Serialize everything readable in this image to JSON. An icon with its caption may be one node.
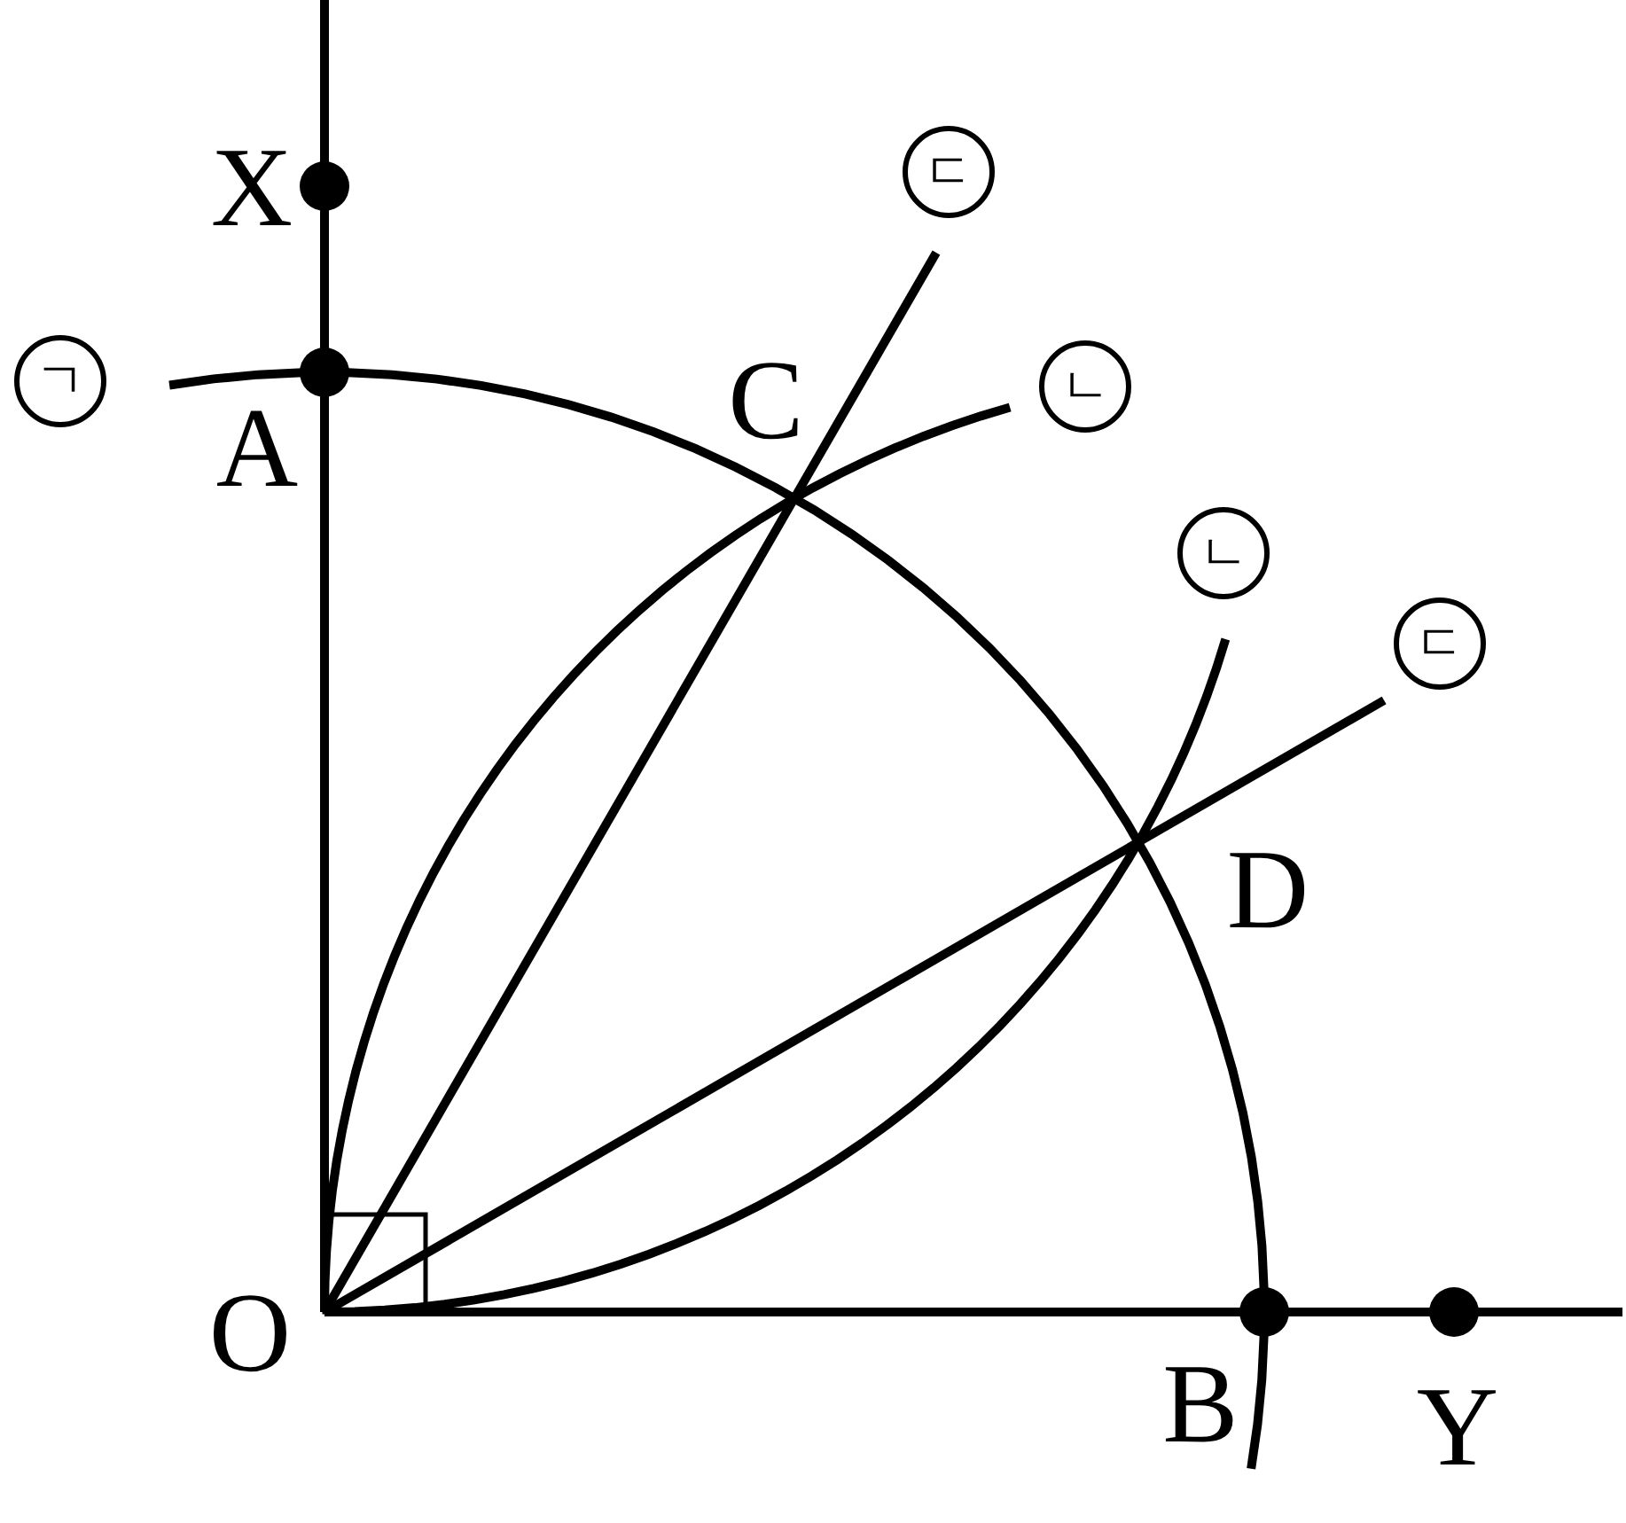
{
  "diagram": {
    "nodes": [
      {
        "text": [
          "ㄱ"
        ]
      },
      {
        "text": [
          "ㄷ"
        ]
      },
      {
        "text": [
          "ㄴ"
        ]
      },
      {
        "text": [
          "ㄴ"
        ]
      },
      {
        "text": [
          "ㄷ"
        ]
      }
    ],
    "labels": [
      "X",
      "A",
      "C",
      "D",
      "O",
      "B",
      "Y"
    ]
  }
}
